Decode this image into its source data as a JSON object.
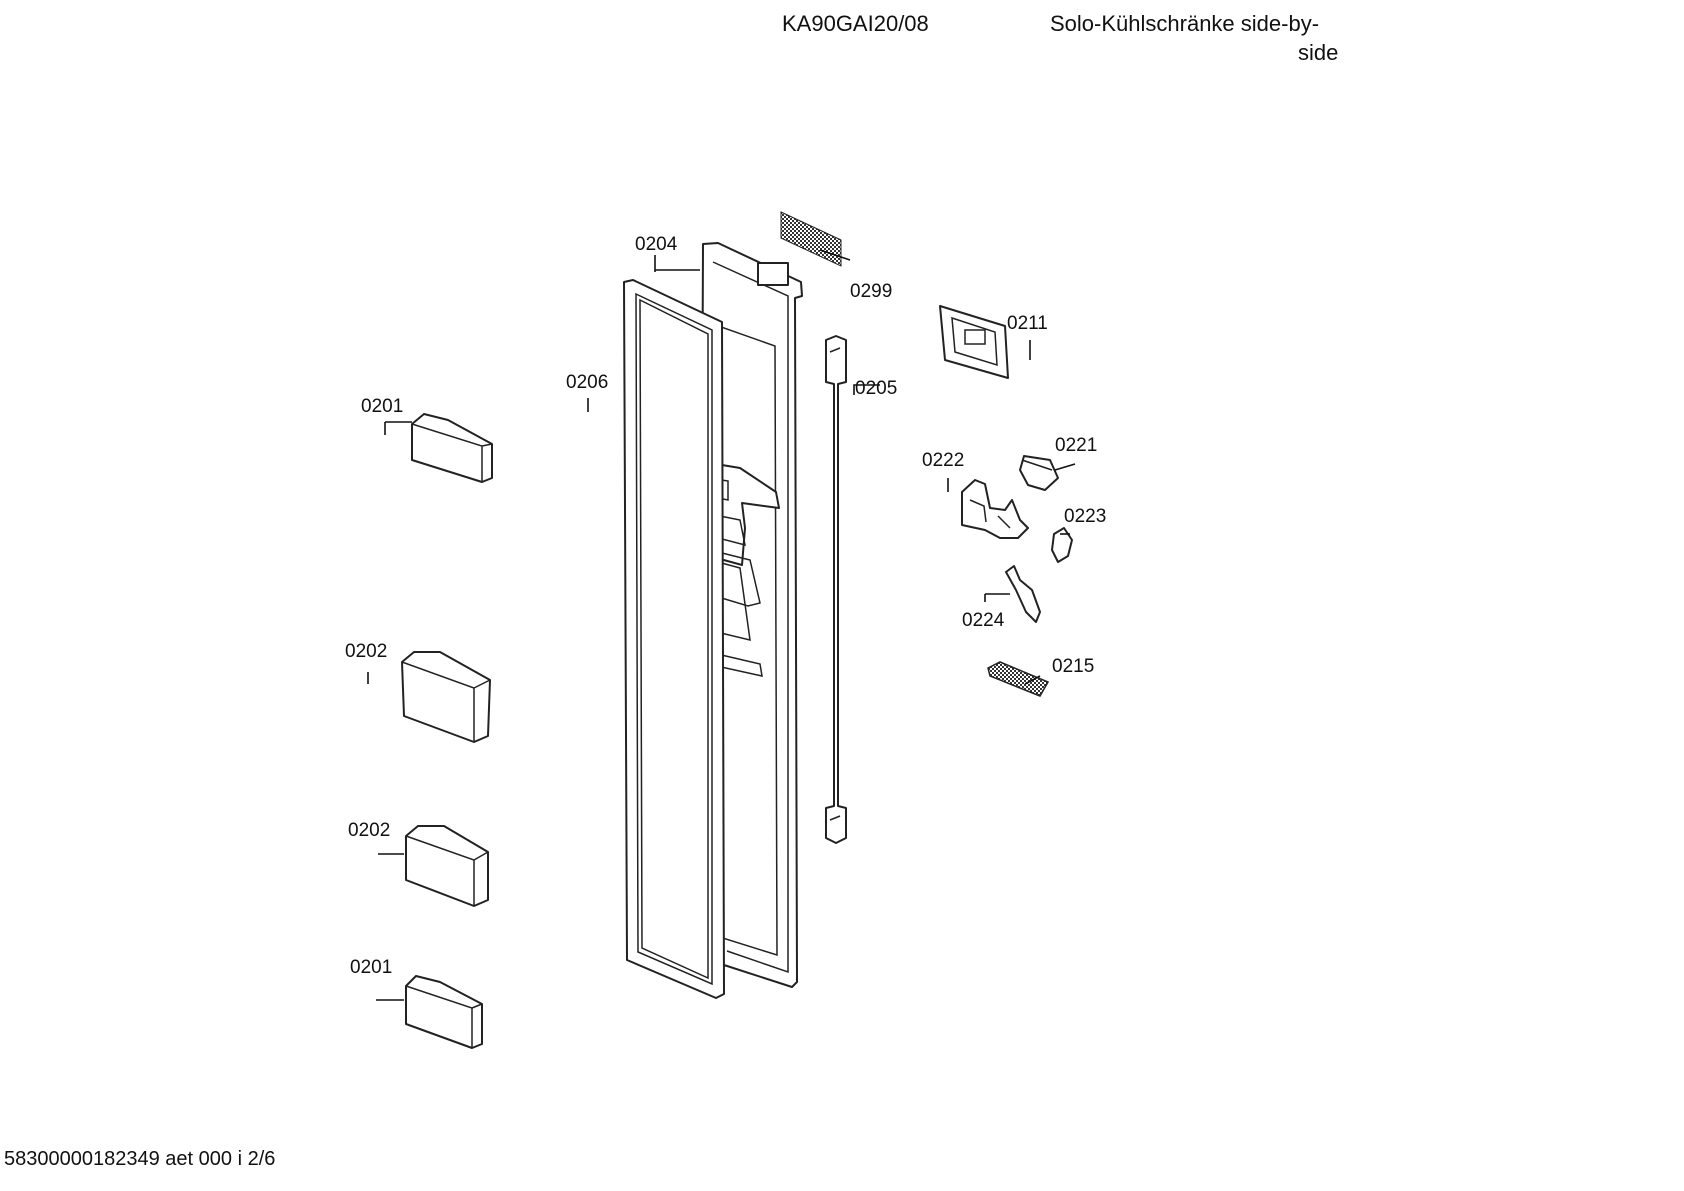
{
  "header": {
    "model": "KA90GAI20/08",
    "title_line1": "Solo-Kühlschränke side-by-",
    "title_line2": "side"
  },
  "footer": {
    "doc_id": "58300000182349 aet 000 i 2/6"
  },
  "parts": {
    "p0204": "0204",
    "p0299": "0299",
    "p0211": "0211",
    "p0206": "0206",
    "p0205": "0205",
    "p0201_top": "0201",
    "p0221": "0221",
    "p0222": "0222",
    "p0223": "0223",
    "p0224": "0224",
    "p0202_upper": "0202",
    "p0215": "0215",
    "p0202_lower": "0202",
    "p0201_bottom": "0201"
  }
}
